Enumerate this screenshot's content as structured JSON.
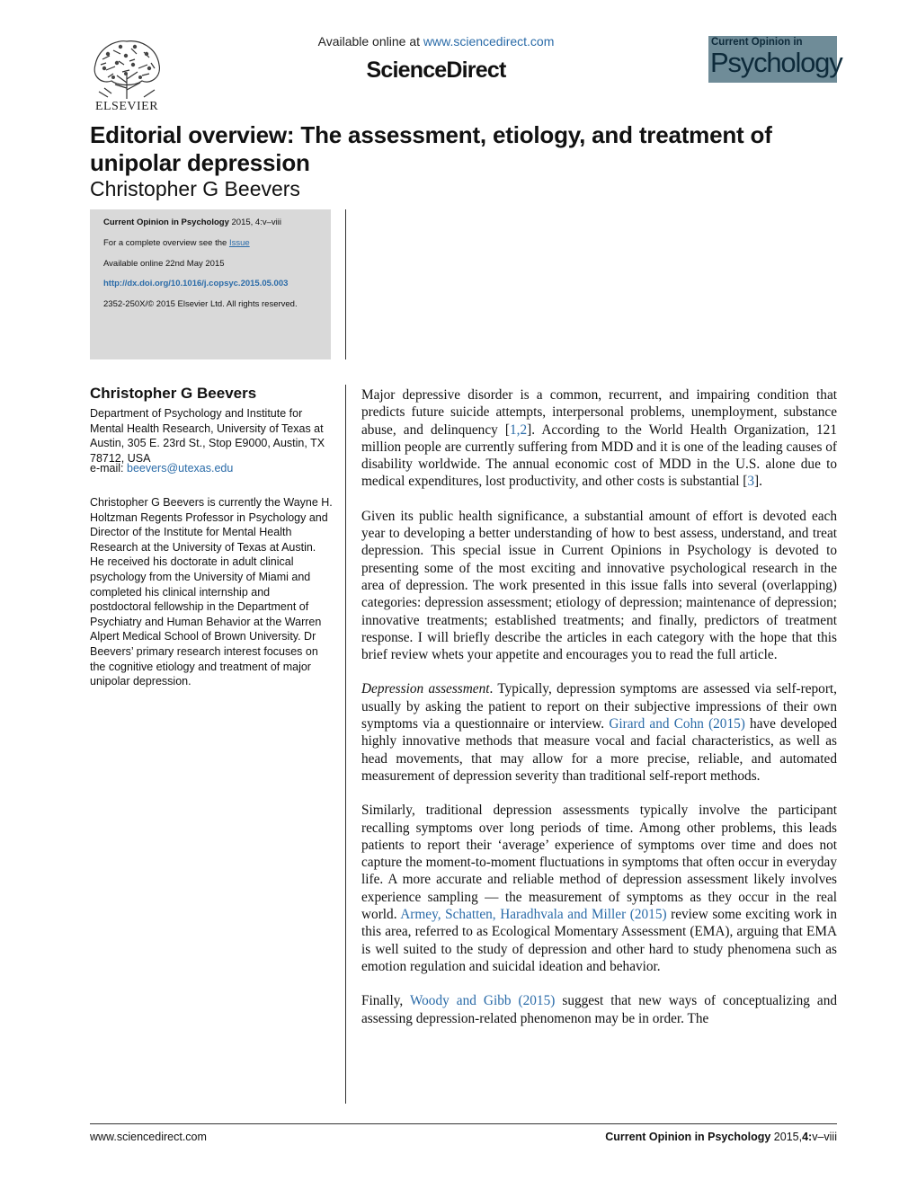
{
  "header": {
    "available_prefix": "Available online at",
    "available_link": "www.sciencedirect.com",
    "brand": "ScienceDirect",
    "publisher_logo_text": "ELSEVIER",
    "journal_badge_top": "Current Opinion in",
    "journal_badge_main": "Psychology"
  },
  "article": {
    "title": "Editorial overview: The assessment, etiology, and treatment of unipolar depression",
    "author": "Christopher G Beevers"
  },
  "info_box": {
    "journal": "Current Opinion in Psychology",
    "journal_citation": "2015, 4:v–viii",
    "overview_prefix": "For a complete overview see the",
    "overview_link": "Issue",
    "available": "Available online 22nd May 2015",
    "doi": "http://dx.doi.org/10.1016/j.copsyc.2015.05.003",
    "copyright": "2352-250X/© 2015 Elsevier Ltd. All rights reserved."
  },
  "author_card": {
    "name": "Christopher G Beevers",
    "affiliation": "Department of Psychology and Institute for Mental Health Research, University of Texas at Austin, 305 E. 23rd St., Stop E9000, Austin, TX 78712, USA",
    "email_label": "e-mail:",
    "email": "beevers@utexas.edu",
    "bio": "Christopher G Beevers is currently the Wayne H. Holtzman Regents Professor in Psychology and Director of the Institute for Mental Health Research at the University of Texas at Austin. He received his doctorate in adult clinical psychology from the University of Miami and completed his clinical internship and postdoctoral fellowship in the Department of Psychiatry and Human Behavior at the Warren Alpert Medical School of Brown University. Dr Beevers’ primary research interest focuses on the cognitive etiology and treatment of major unipolar depression."
  },
  "body": {
    "p1_a": "Major depressive disorder is a common, recurrent, and impairing condition that predicts future suicide attempts, interpersonal problems, unemployment, substance abuse, and delinquency [",
    "p1_ref1": "1,2",
    "p1_b": "]. According to the World Health Organization, 121 million people are currently suffering from MDD and it is one of the leading causes of disability worldwide. The annual economic cost of MDD in the U.S. alone due to medical expenditures, lost productivity, and other costs is substantial [",
    "p1_ref2": "3",
    "p1_c": "].",
    "p2": "Given its public health significance, a substantial amount of effort is devoted each year to developing a better understanding of how to best assess, understand, and treat depression. This special issue in Current Opinions in Psychology is devoted to presenting some of the most exciting and innovative psychological research in the area of depression. The work presented in this issue falls into several (overlapping) categories: depression assessment; etiology of depression; maintenance of depression; innovative treatments; established treatments; and finally, predictors of treatment response. I will briefly describe the articles in each category with the hope that this brief review whets your appetite and encourages you to read the full article.",
    "p3_heading": "Depression assessment",
    "p3_a": ". Typically, depression symptoms are assessed via self-report, usually by asking the patient to report on their subjective impressions of their own symptoms via a questionnaire or interview. ",
    "p3_cite": "Girard and Cohn (2015)",
    "p3_b": " have developed highly innovative methods that measure vocal and facial characteristics, as well as head movements, that may allow for a more precise, reliable, and automated measurement of depression severity than traditional self-report methods.",
    "p4_a": "Similarly, traditional depression assessments typically involve the participant recalling symptoms over long periods of time. Among other problems, this leads patients to report their ‘average’ experience of symptoms over time and does not capture the moment-to-moment fluctuations in symptoms that often occur in everyday life. A more accurate and reliable method of depression assessment likely involves experience sampling — the measurement of symptoms as they occur in the real world. ",
    "p4_cite": "Armey, Schatten, Haradhvala and Miller (2015)",
    "p4_b": " review some exciting work in this area, referred to as Ecological Momentary Assessment (EMA), arguing that EMA is well suited to the study of depression and other hard to study phenomena such as emotion regulation and suicidal ideation and behavior.",
    "p5_a": "Finally, ",
    "p5_cite": "Woody and Gibb (2015)",
    "p5_b": " suggest that new ways of conceptualizing and assessing depression-related phenomenon may be in order. The"
  },
  "footer": {
    "left": "www.sciencedirect.com",
    "right_journal": "Current Opinion in Psychology",
    "right_year": "2015,",
    "right_vol": "4:",
    "right_pages": "v–viii"
  }
}
